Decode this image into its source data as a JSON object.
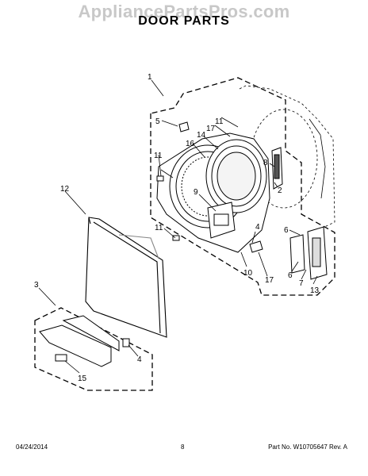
{
  "watermark": "AppliancePartsPros.com",
  "title": "DOOR PARTS",
  "callouts": {
    "c1": "1",
    "c2": "2",
    "c3": "3",
    "c4a": "4",
    "c4b": "4",
    "c5": "5",
    "c6a": "6",
    "c6b": "6",
    "c7": "7",
    "c8": "8",
    "c9": "9",
    "c10": "10",
    "c11a": "11",
    "c11b": "11",
    "c11c": "11",
    "c12": "12",
    "c13": "13",
    "c14": "14",
    "c15": "15",
    "c16": "16",
    "c17a": "17",
    "c17b": "17"
  },
  "footer": {
    "date": "04/24/2014",
    "page": "8",
    "part_no": "Part No. W10705647  Rev. A"
  }
}
